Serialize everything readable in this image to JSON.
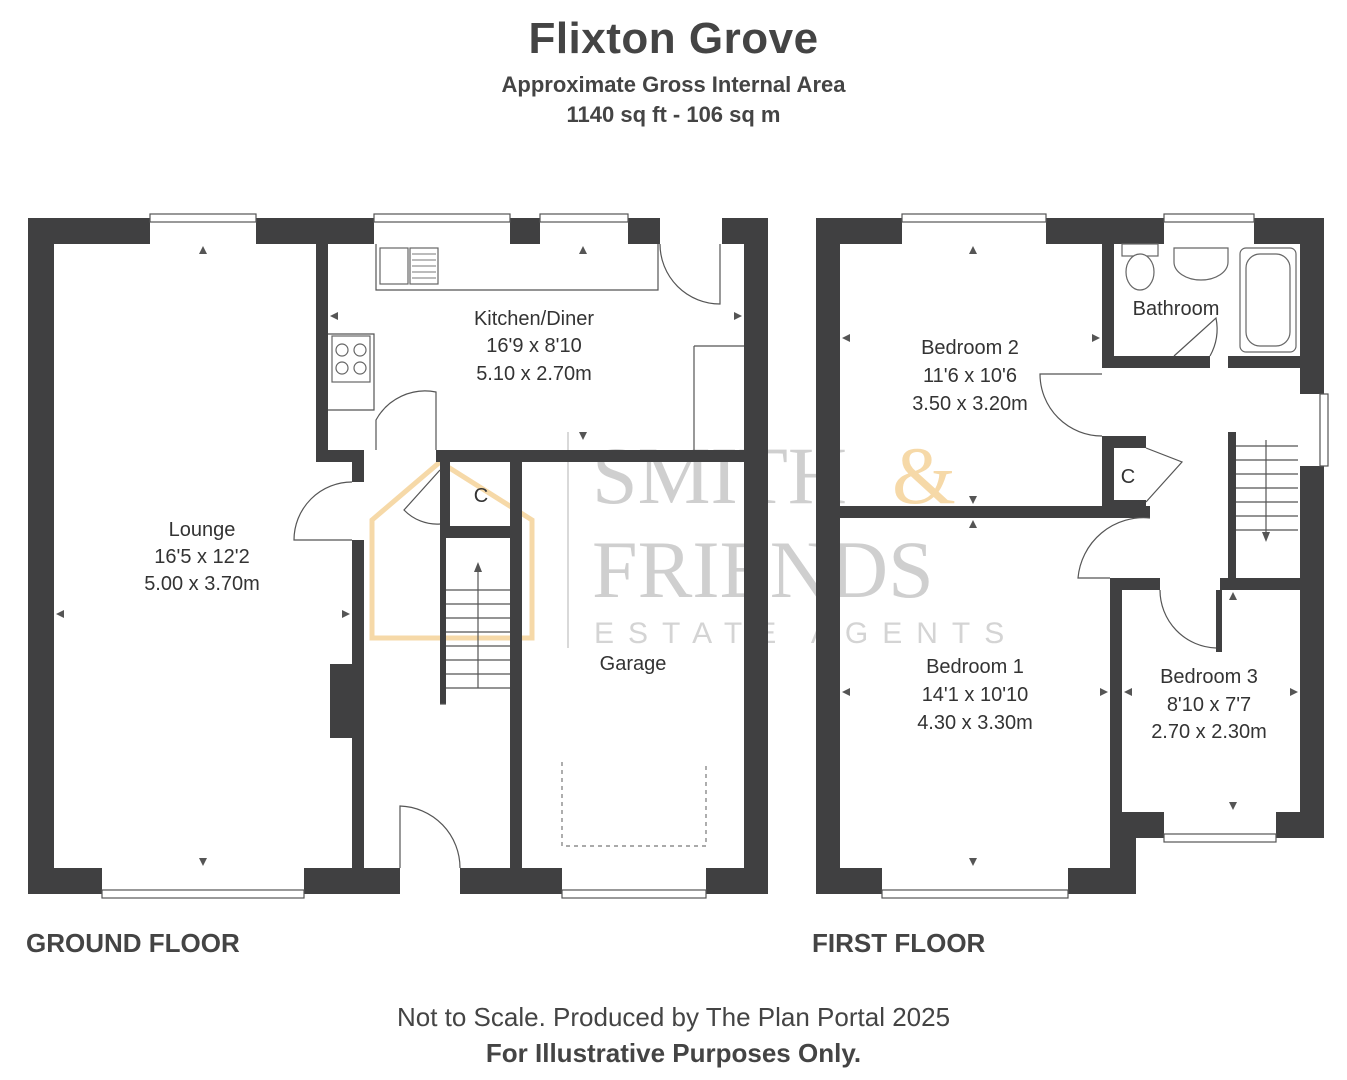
{
  "header": {
    "title": "Flixton Grove",
    "subtitle": "Approximate Gross Internal Area",
    "area": "1140 sq ft - 106 sq m"
  },
  "floors": {
    "ground_label": "GROUND FLOOR",
    "first_label": "FIRST FLOOR"
  },
  "rooms": {
    "lounge": {
      "name": "Lounge",
      "imperial": "16'5 x 12'2",
      "metric": "5.00 x 3.70m"
    },
    "kitchen": {
      "name": "Kitchen/Diner",
      "imperial": "16'9 x 8'10",
      "metric": "5.10 x 2.70m"
    },
    "garage": {
      "name": "Garage"
    },
    "cupboard_ground": {
      "name": "C"
    },
    "bedroom2": {
      "name": "Bedroom 2",
      "imperial": "11'6 x 10'6",
      "metric": "3.50 x 3.20m"
    },
    "bathroom": {
      "name": "Bathroom"
    },
    "cupboard_first": {
      "name": "C"
    },
    "bedroom1": {
      "name": "Bedroom 1",
      "imperial": "14'1 x 10'10",
      "metric": "4.30 x 3.30m"
    },
    "bedroom3": {
      "name": "Bedroom 3",
      "imperial": "8'10 x 7'7",
      "metric": "2.70 x 2.30m"
    }
  },
  "watermark": {
    "line1": "SMITH",
    "amp": "&",
    "line2": "FRIENDS",
    "line3": "ESTATE AGENTS"
  },
  "footer": {
    "note": "Not to Scale. Produced by The Plan Portal 2025",
    "disclaimer": "For Illustrative Purposes Only."
  },
  "colors": {
    "wall": "#404041",
    "watermark_grey": "#cfcfcf",
    "watermark_accent": "#f6d9a8"
  }
}
